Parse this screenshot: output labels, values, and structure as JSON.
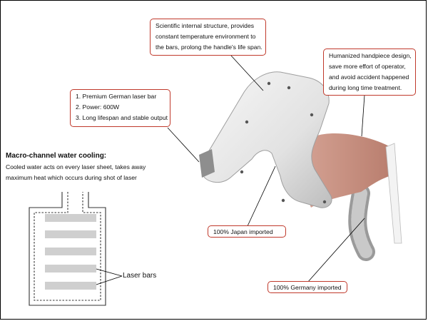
{
  "callouts": {
    "structure": [
      "Scientific internal structure, provides",
      "constant temperature environment to",
      "the bars, prolong the handle's life span."
    ],
    "specs": [
      "1. Premium German laser bar",
      "2. Power: 600W",
      "3. Long lifespan and stable output"
    ],
    "handpiece": [
      "Humanized handpiece design,",
      "save more effort of operator,",
      "and avoid accident happened",
      "during long time treatment."
    ],
    "japan": "100% Japan imported",
    "germany": "100% Germany imported"
  },
  "cooling": {
    "heading": "Macro-channel water cooling:",
    "description": [
      "Cooled water acts on every laser sheet, takes away",
      "maximum heat which occurs during shot of laser"
    ],
    "bars_label": "Laser bars"
  },
  "colors": {
    "callout_border": "#c0392b",
    "bar_fill": "#cfcfcf",
    "device_body": "#ececec"
  }
}
